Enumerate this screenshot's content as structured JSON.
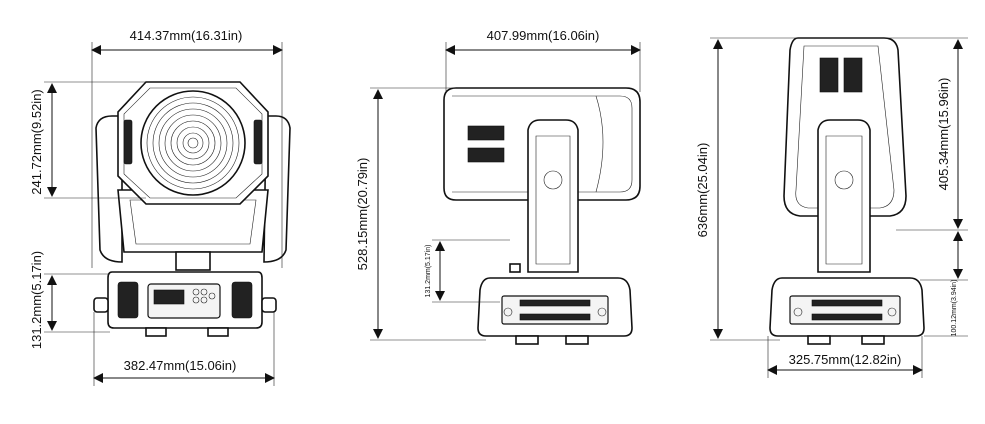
{
  "dimensions": {
    "front_width": "414.37mm(16.31in)",
    "front_head_height": "241.72mm(9.52in)",
    "front_base_height": "131.2mm(5.17in)",
    "front_base_width": "382.47mm(15.06in)",
    "side_depth": "407.99mm(16.06in)",
    "side_total_height": "528.15mm(20.79in)",
    "side_base_height": "131.2mm(5.17in)",
    "back_total_height": "636mm(25.04in)",
    "back_upper_height": "405.34mm(15.96in)",
    "back_base_height": "100.12mm(3.94in)",
    "back_base_width": "325.75mm(12.82in)"
  },
  "colors": {
    "ink": "#111111",
    "background": "#ffffff"
  }
}
